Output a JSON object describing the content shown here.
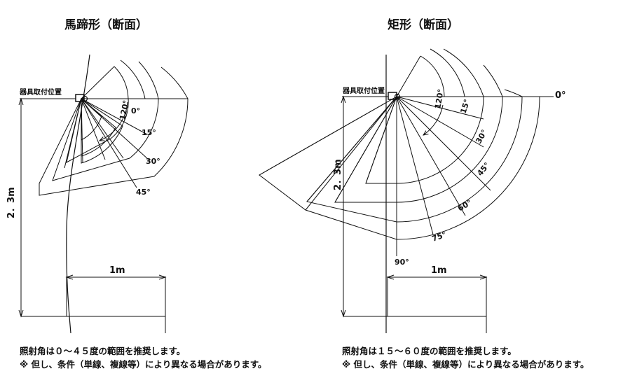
{
  "left": {
    "title": "馬蹄形（断面）",
    "mount_label": "器具取付位置",
    "height_label": "2．3m",
    "width_label": "1m",
    "angle_labels": [
      "120°",
      "0°",
      "15°",
      "30°",
      "45°"
    ],
    "note_line1": "照射角は０～４５度の範囲を推奨します。",
    "note_line2": "※ 但し、条件（単線、複線等）により異なる場合があります。"
  },
  "right": {
    "title": "矩形（断面）",
    "mount_label": "器具取付位置",
    "height_label": "2．3m",
    "width_label": "1m",
    "angle_labels": [
      "0°",
      "120°",
      "15°",
      "30°",
      "45°",
      "60°",
      "75°",
      "90°"
    ],
    "note_line1": "照射角は１５～６０度の範囲を推奨します。",
    "note_line2": "※ 但し、条件（単線、複線等）により異なる場合があります。"
  },
  "colors": {
    "line": "#111111",
    "background": "#ffffff"
  }
}
